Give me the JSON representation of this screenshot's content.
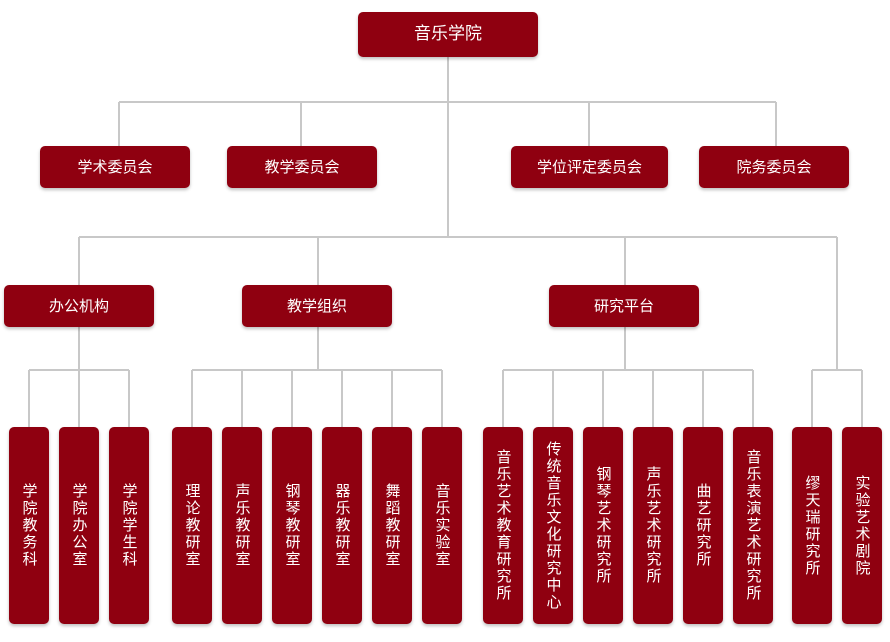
{
  "root": {
    "label": "音乐学院"
  },
  "committees": [
    {
      "label": "学术委员会"
    },
    {
      "label": "教学委员会"
    },
    {
      "label": "学位评定委员会"
    },
    {
      "label": "院务委员会"
    }
  ],
  "divisions": [
    {
      "label": "办公机构"
    },
    {
      "label": "教学组织"
    },
    {
      "label": "研究平台"
    }
  ],
  "units": [
    {
      "label": "学院教务科"
    },
    {
      "label": "学院办公室"
    },
    {
      "label": "学院学生科"
    },
    {
      "label": "理论教研室"
    },
    {
      "label": "声乐教研室"
    },
    {
      "label": "钢琴教研室"
    },
    {
      "label": "器乐教研室"
    },
    {
      "label": "舞蹈教研室"
    },
    {
      "label": "音乐实验室"
    },
    {
      "label": "音乐艺术教育研究所"
    },
    {
      "label": "传统音乐文化研究中心"
    },
    {
      "label": "钢琴艺术研究所"
    },
    {
      "label": "声乐艺术研究所"
    },
    {
      "label": "曲艺研究所"
    },
    {
      "label": "音乐表演艺术研究所"
    },
    {
      "label": "缪天瑞研究所"
    },
    {
      "label": "实验艺术剧院"
    }
  ],
  "colors": {
    "node": "#8f0010",
    "text": "#ffffff",
    "connector": "#c8c8c8"
  }
}
